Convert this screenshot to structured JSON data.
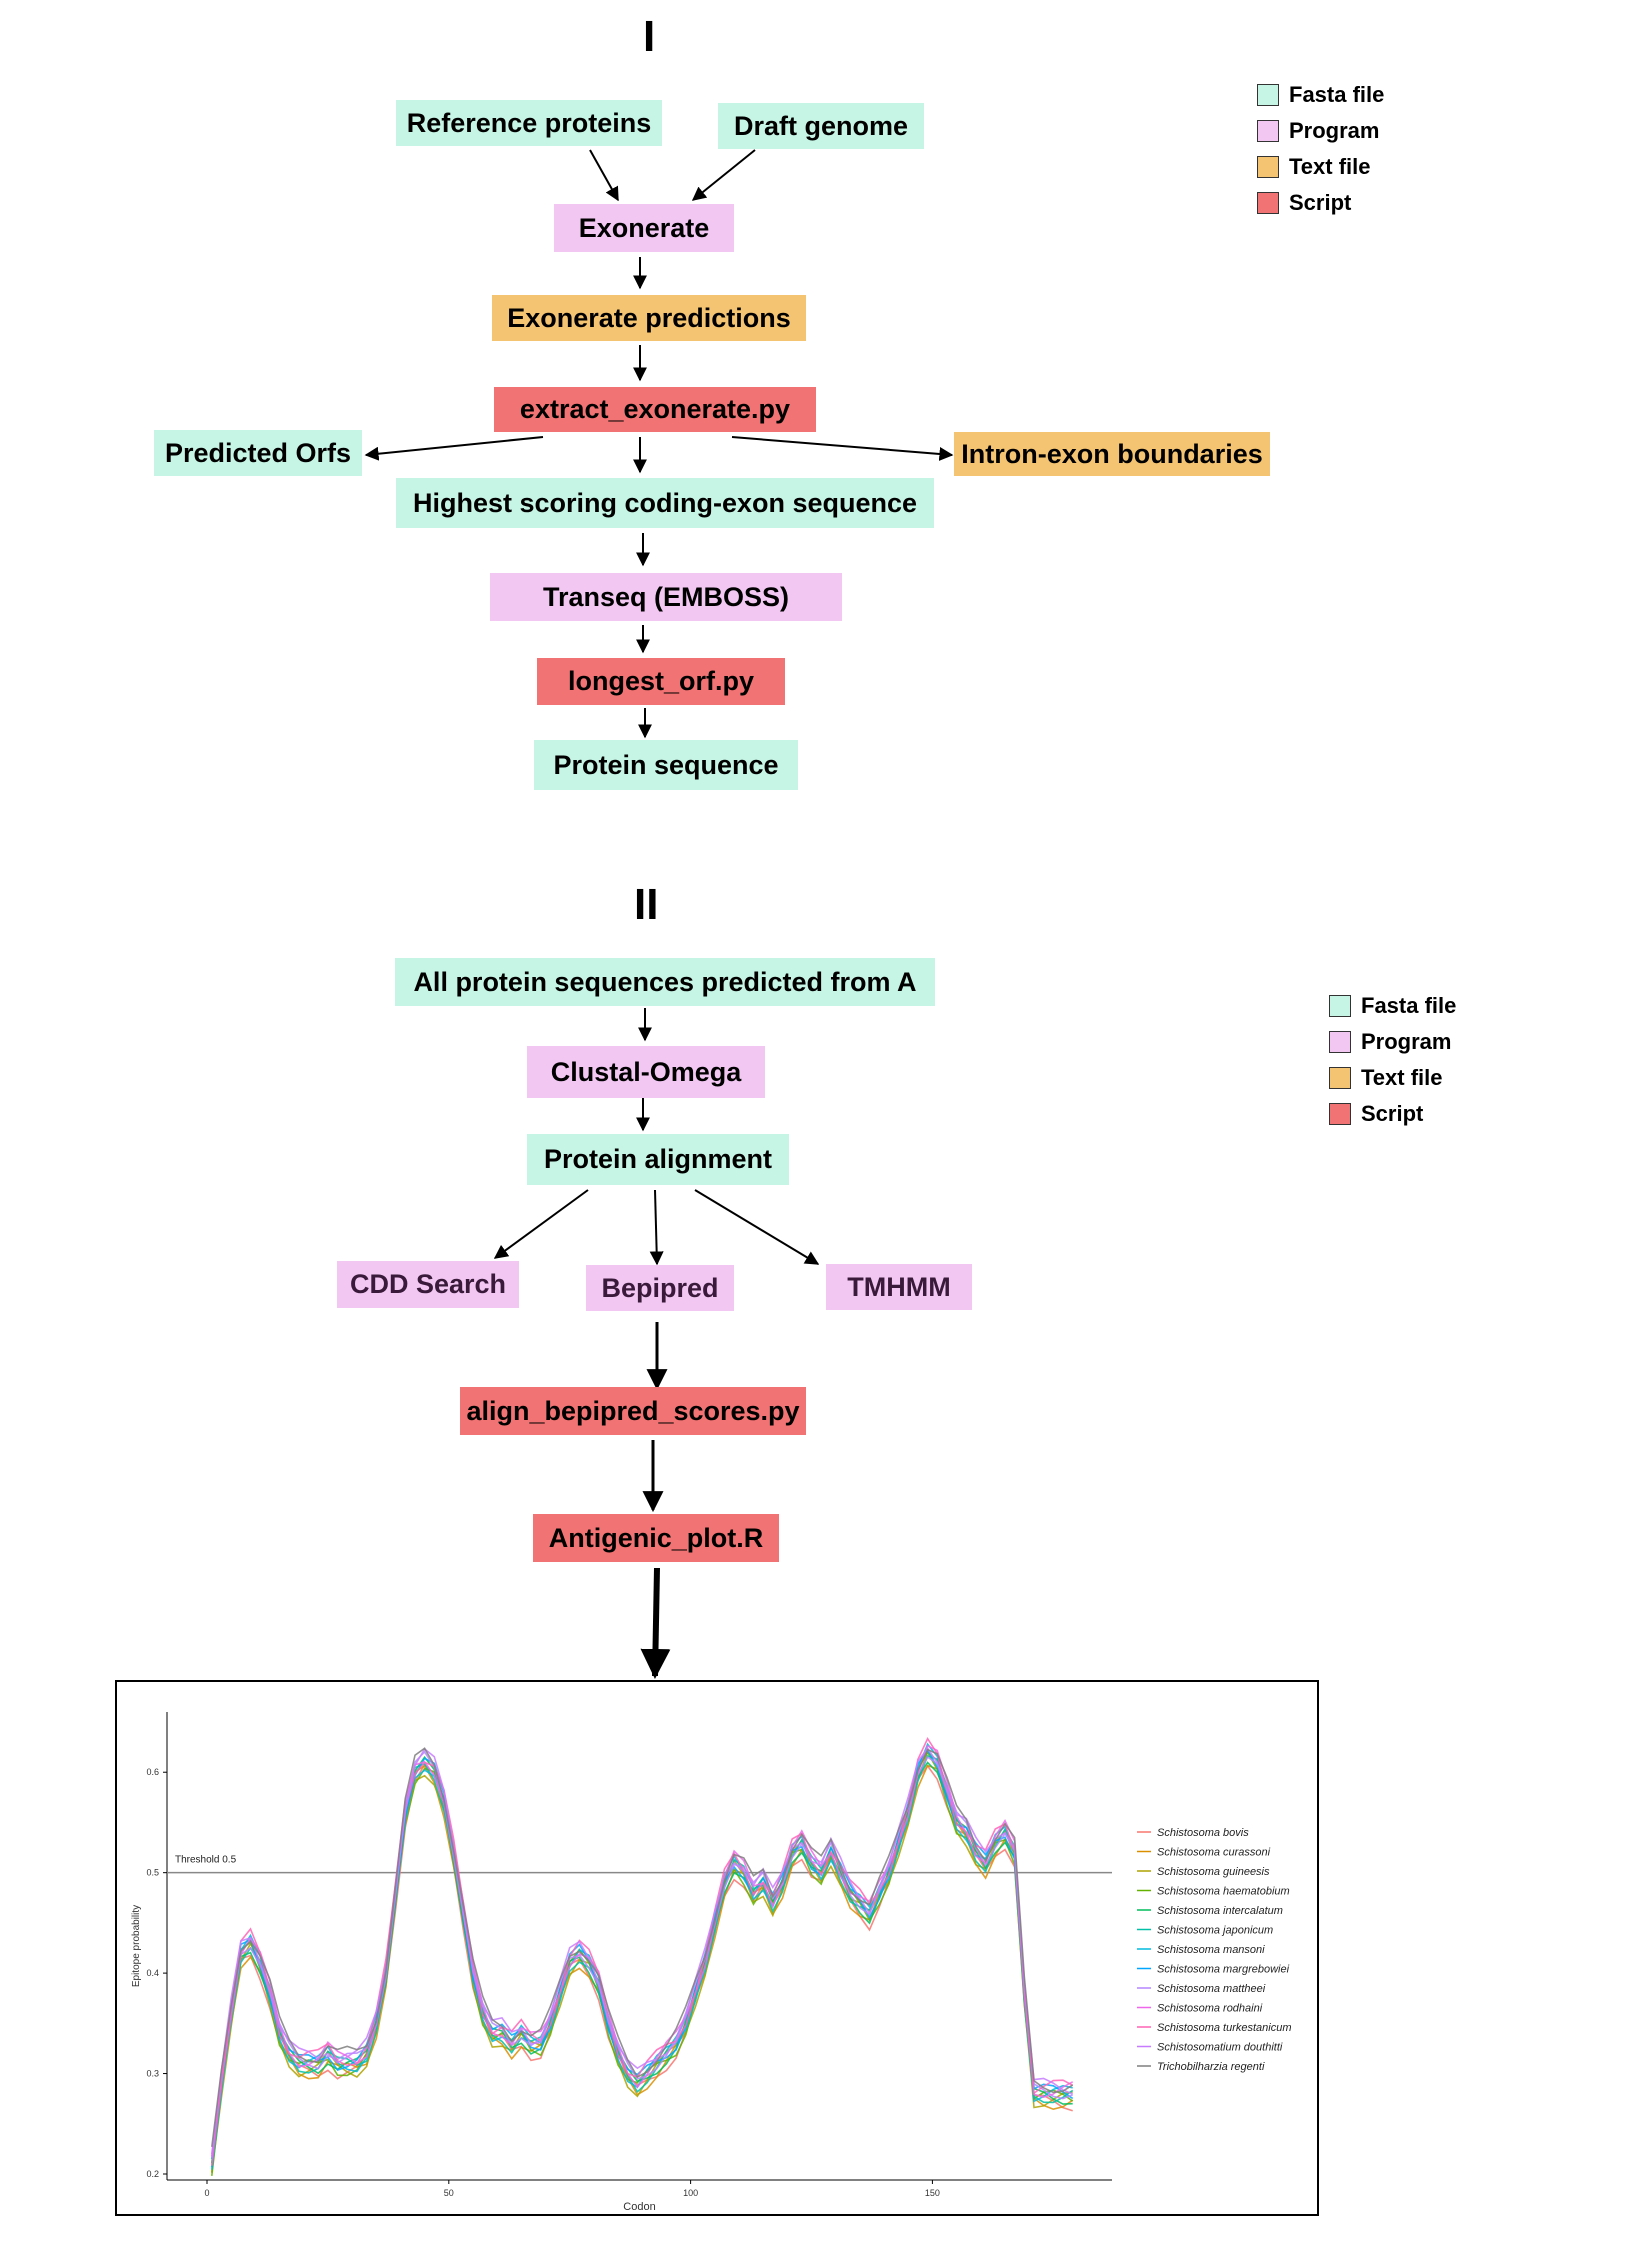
{
  "panel1": {
    "label": "I",
    "boxes": {
      "reference_proteins": "Reference proteins",
      "draft_genome": "Draft genome",
      "exonerate": "Exonerate",
      "exonerate_predictions": "Exonerate predictions",
      "extract_exonerate": "extract_exonerate.py",
      "predicted_orfs": "Predicted Orfs",
      "highest_scoring": "Highest scoring coding-exon sequence",
      "intron_exon": "Intron-exon boundaries",
      "transeq": "Transeq (EMBOSS)",
      "longest_orf": "longest_orf.py",
      "protein_sequence": "Protein sequence"
    }
  },
  "panel2": {
    "label": "II",
    "boxes": {
      "all_proteins": "All protein sequences predicted from  A",
      "clustal": "Clustal-Omega",
      "protein_alignment": "Protein alignment",
      "cdd": "CDD Search",
      "bepipred": "Bepipred",
      "tmhmm": "TMHMM",
      "align_bepipred": "align_bepipred_scores.py",
      "antigenic": "Antigenic_plot.R"
    }
  },
  "legend": [
    {
      "label": "Fasta file",
      "color": "#c6f5e6"
    },
    {
      "label": "Program",
      "color": "#f2c8f3"
    },
    {
      "label": "Text file",
      "color": "#f4c472"
    },
    {
      "label": "Script",
      "color": "#f27373"
    }
  ],
  "chart_data": {
    "type": "line",
    "xlabel": "Codon",
    "ylabel": "Epitope probability",
    "xlim": [
      0,
      183
    ],
    "ylim": [
      0.2,
      0.65
    ],
    "xticks": [
      0,
      50,
      100,
      150
    ],
    "xtick_labels": [
      "0",
      "50",
      "100",
      "150"
    ],
    "yticks": [
      0.2,
      0.3,
      0.4,
      0.5,
      0.6
    ],
    "ytick_labels": [
      "0.2",
      "0.3",
      "0.4",
      "0.5",
      "0.6"
    ],
    "threshold": {
      "value": 0.5,
      "label": "Threshold 0.5"
    },
    "x": [
      1,
      3,
      5,
      7,
      9,
      11,
      13,
      15,
      17,
      19,
      21,
      23,
      25,
      27,
      29,
      31,
      33,
      35,
      37,
      39,
      41,
      43,
      45,
      47,
      49,
      51,
      53,
      55,
      57,
      59,
      61,
      63,
      65,
      67,
      69,
      71,
      73,
      75,
      77,
      79,
      81,
      83,
      85,
      87,
      89,
      91,
      93,
      95,
      97,
      99,
      101,
      103,
      105,
      107,
      109,
      111,
      113,
      115,
      117,
      119,
      121,
      123,
      125,
      127,
      129,
      131,
      133,
      135,
      137,
      139,
      141,
      143,
      145,
      147,
      149,
      151,
      153,
      155,
      157,
      159,
      161,
      163,
      165,
      167,
      169,
      171,
      173,
      175,
      177,
      179
    ],
    "base_profile": [
      0.21,
      0.29,
      0.36,
      0.42,
      0.43,
      0.41,
      0.38,
      0.34,
      0.32,
      0.31,
      0.31,
      0.31,
      0.32,
      0.31,
      0.31,
      0.31,
      0.32,
      0.35,
      0.4,
      0.48,
      0.56,
      0.6,
      0.61,
      0.6,
      0.57,
      0.52,
      0.46,
      0.4,
      0.36,
      0.34,
      0.34,
      0.33,
      0.34,
      0.33,
      0.33,
      0.35,
      0.38,
      0.41,
      0.42,
      0.41,
      0.39,
      0.35,
      0.32,
      0.3,
      0.29,
      0.3,
      0.31,
      0.32,
      0.33,
      0.35,
      0.38,
      0.41,
      0.45,
      0.49,
      0.51,
      0.5,
      0.48,
      0.49,
      0.47,
      0.49,
      0.52,
      0.53,
      0.51,
      0.5,
      0.52,
      0.5,
      0.48,
      0.47,
      0.46,
      0.48,
      0.5,
      0.53,
      0.56,
      0.6,
      0.62,
      0.61,
      0.58,
      0.55,
      0.54,
      0.52,
      0.51,
      0.53,
      0.54,
      0.52,
      0.38,
      0.28,
      0.28,
      0.28,
      0.28,
      0.28
    ],
    "series": [
      {
        "name": "Schistosoma bovis",
        "color": "#f8766d"
      },
      {
        "name": "Schistosoma curassoni",
        "color": "#db8e00"
      },
      {
        "name": "Schistosoma guineesis",
        "color": "#aea200"
      },
      {
        "name": "Schistosoma haematobium",
        "color": "#64b200"
      },
      {
        "name": "Schistosoma intercalatum",
        "color": "#00bd5c"
      },
      {
        "name": "Schistosoma japonicum",
        "color": "#00c1a7"
      },
      {
        "name": "Schistosoma mansoni",
        "color": "#00bade"
      },
      {
        "name": "Schistosoma margrebowiei",
        "color": "#00a6ff"
      },
      {
        "name": "Schistosoma mattheei",
        "color": "#b385ff"
      },
      {
        "name": "Schistosoma rodhaini",
        "color": "#ef67eb"
      },
      {
        "name": "Schistosoma turkestanicum",
        "color": "#ff63b6"
      },
      {
        "name": "Schistosomatium douthitti",
        "color": "#c77cff"
      },
      {
        "name": "Trichobilharzia regenti",
        "color": "#7f7f7f"
      }
    ]
  }
}
